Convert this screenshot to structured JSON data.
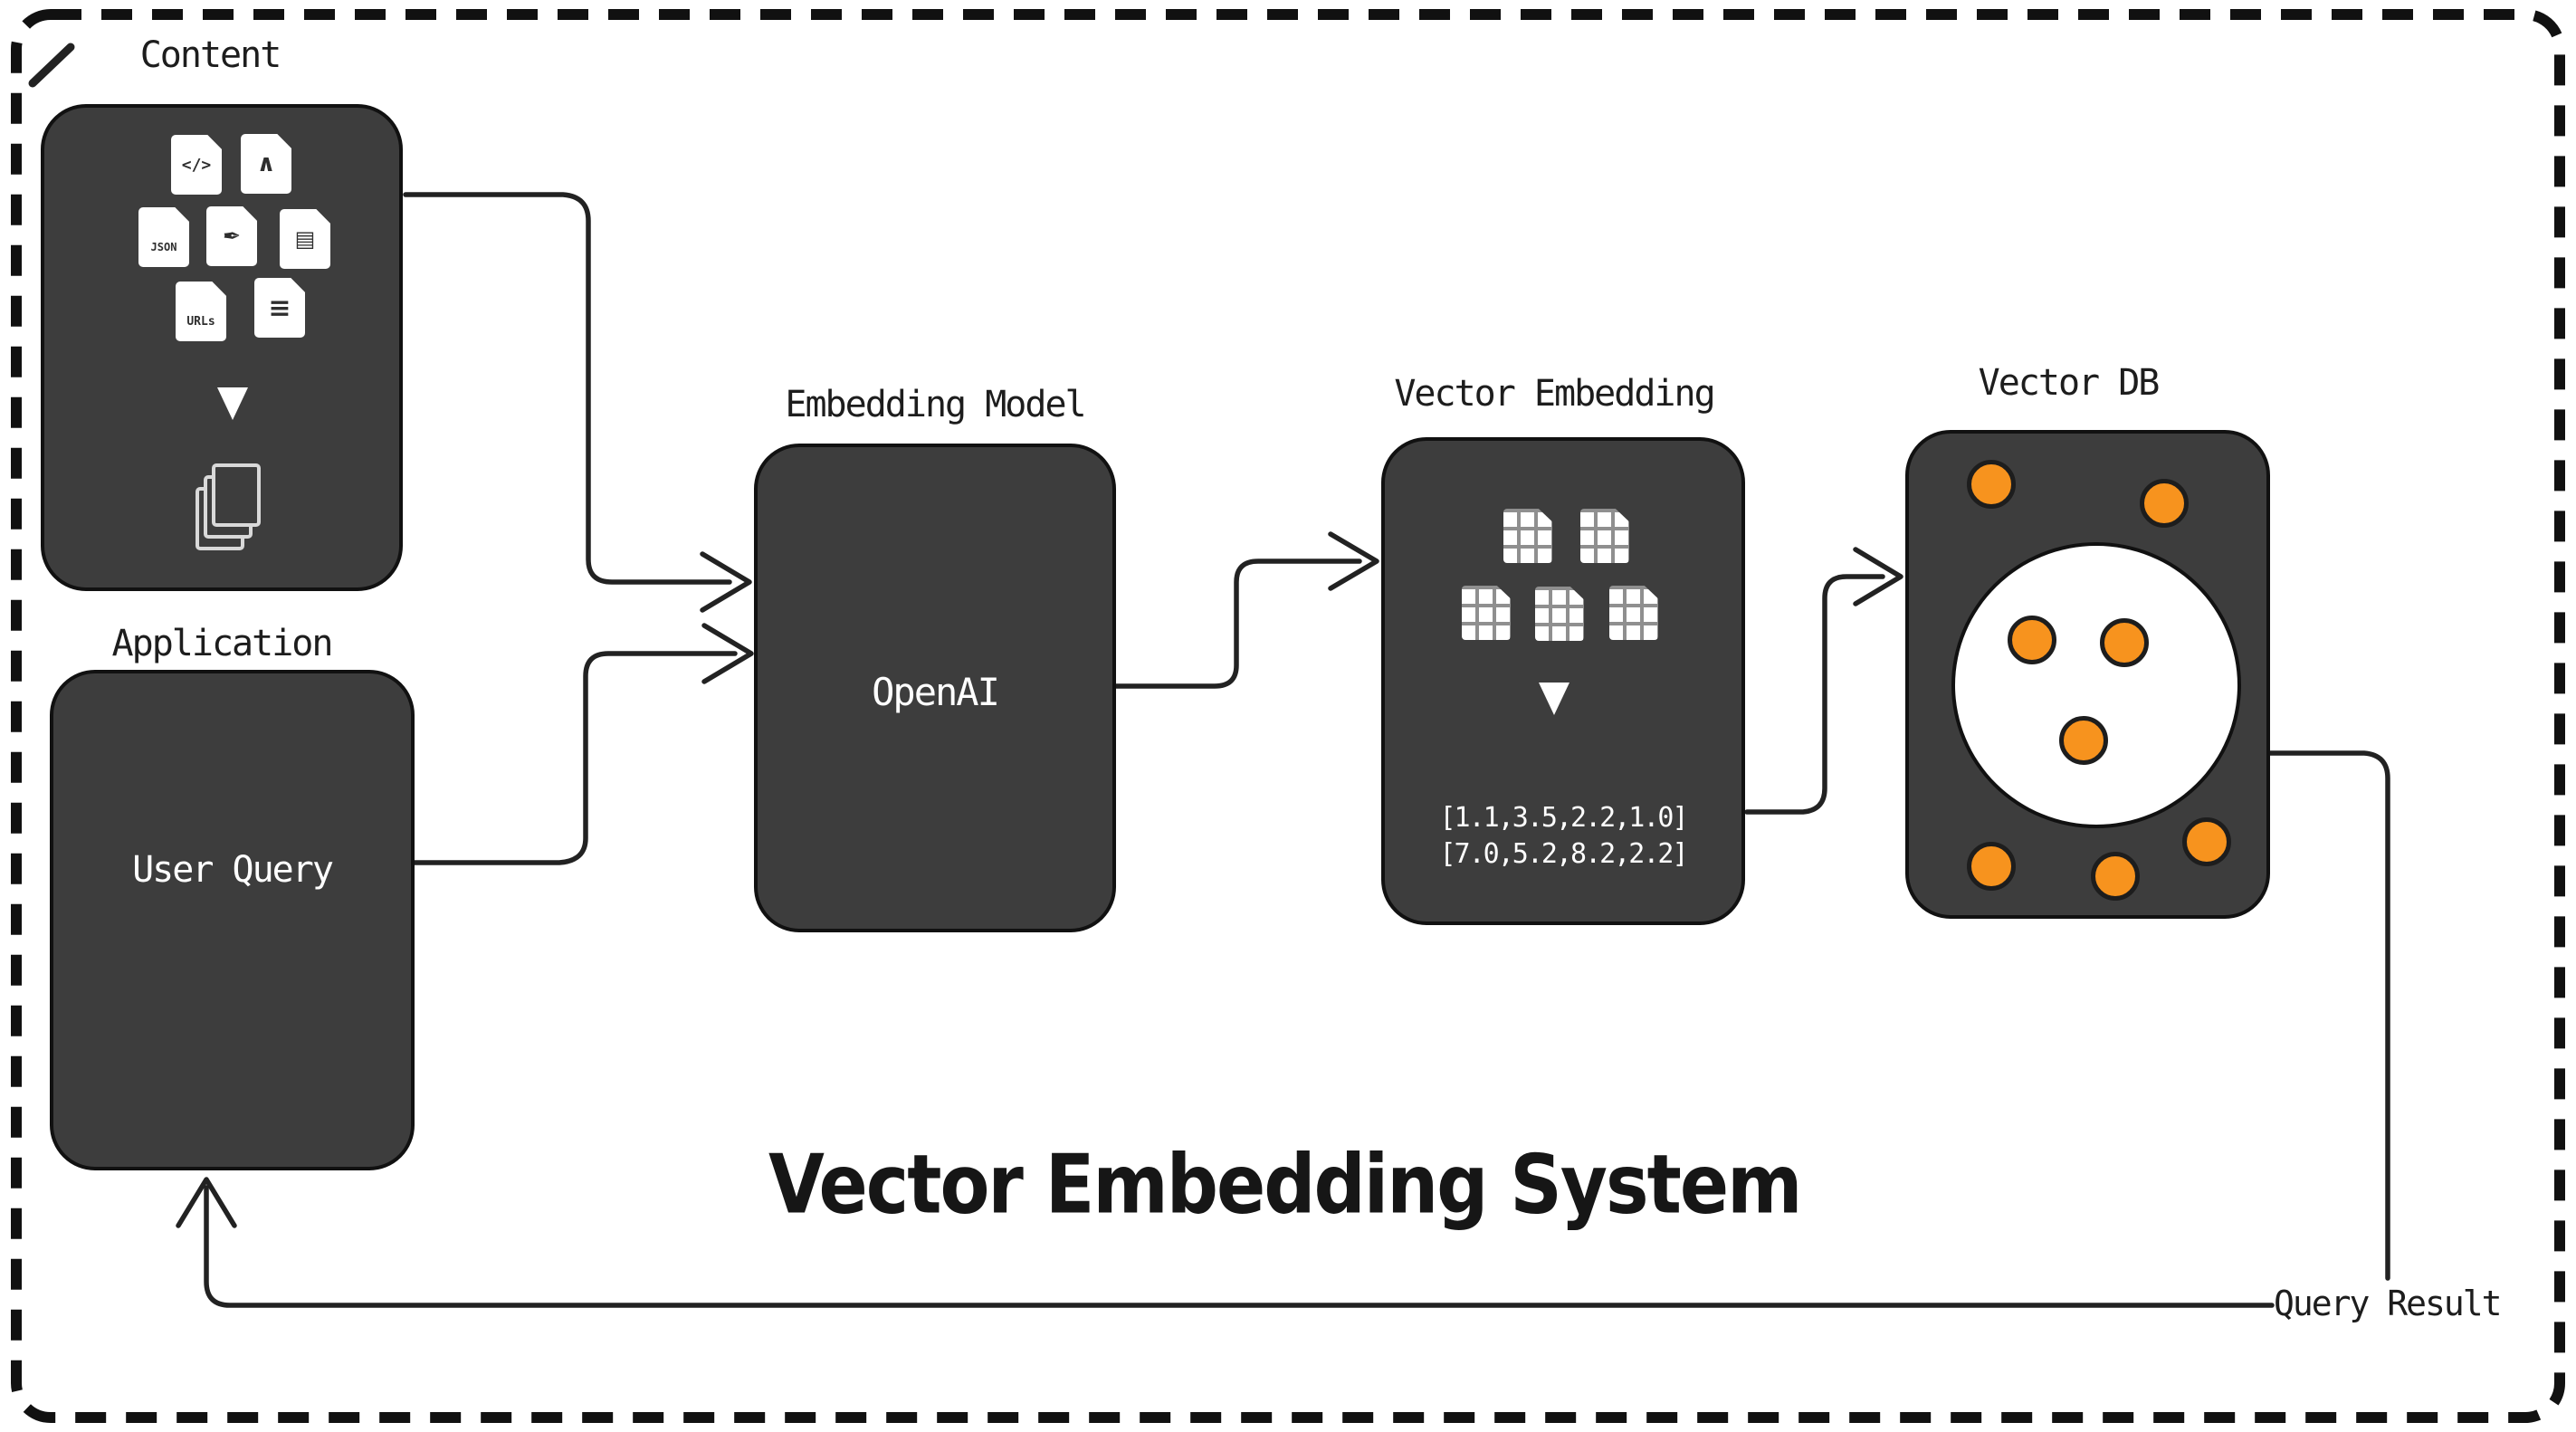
{
  "title": "Vector Embedding System",
  "nodes": {
    "content": {
      "label": "Content",
      "files": [
        {
          "name": "code-file",
          "glyph": "</>"
        },
        {
          "name": "pdf-file",
          "glyph": "∧"
        },
        {
          "name": "json-file",
          "glyph": "JSON"
        },
        {
          "name": "design-file",
          "glyph": "✒"
        },
        {
          "name": "table-file",
          "glyph": "▤"
        },
        {
          "name": "urls-file",
          "glyph": "URLs"
        },
        {
          "name": "text-file",
          "glyph": "≡"
        }
      ]
    },
    "application": {
      "label": "Application",
      "body": "User Query"
    },
    "embedding_model": {
      "label": "Embedding Model",
      "body": "OpenAI"
    },
    "vector_embedding": {
      "label": "Vector Embedding",
      "chunk_icon_count": 5,
      "vectors": [
        "[1.1,3.5,2.2,1.0]",
        "[7.0,5.2,8.2,2.2]"
      ]
    },
    "vector_db": {
      "label": "Vector DB",
      "outer_point_count": 5,
      "cluster_point_count": 3
    }
  },
  "connections": [
    {
      "from": "content",
      "to": "embedding_model"
    },
    {
      "from": "application",
      "to": "embedding_model"
    },
    {
      "from": "embedding_model",
      "to": "vector_embedding"
    },
    {
      "from": "vector_embedding",
      "to": "vector_db"
    },
    {
      "from": "vector_db",
      "to": "application",
      "label": "Query Result"
    }
  ],
  "colors": {
    "background": "#ffffff",
    "box_fill": "#3d3d3d",
    "box_stroke": "#111111",
    "accent_orange": "#f7931e",
    "line": "#222222",
    "text_dark": "#1d1d1d",
    "text_light": "#ffffff"
  }
}
